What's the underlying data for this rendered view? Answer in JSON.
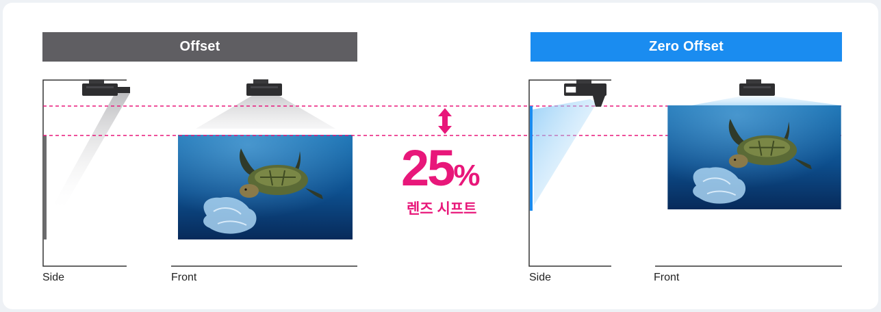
{
  "left_panel": {
    "title": "Offset",
    "side_label": "Side",
    "front_label": "Front",
    "banner_color": "#5f5e62"
  },
  "right_panel": {
    "title": "Zero Offset",
    "side_label": "Side",
    "front_label": "Front",
    "banner_color": "#1a8cf0"
  },
  "center": {
    "value": "25",
    "unit": "%",
    "caption": "렌즈 시프트",
    "accent_color": "#e8177a",
    "icon": "double-arrow-vertical-icon"
  },
  "images": {
    "subject": "sea-turtle-and-plastic-bag"
  }
}
